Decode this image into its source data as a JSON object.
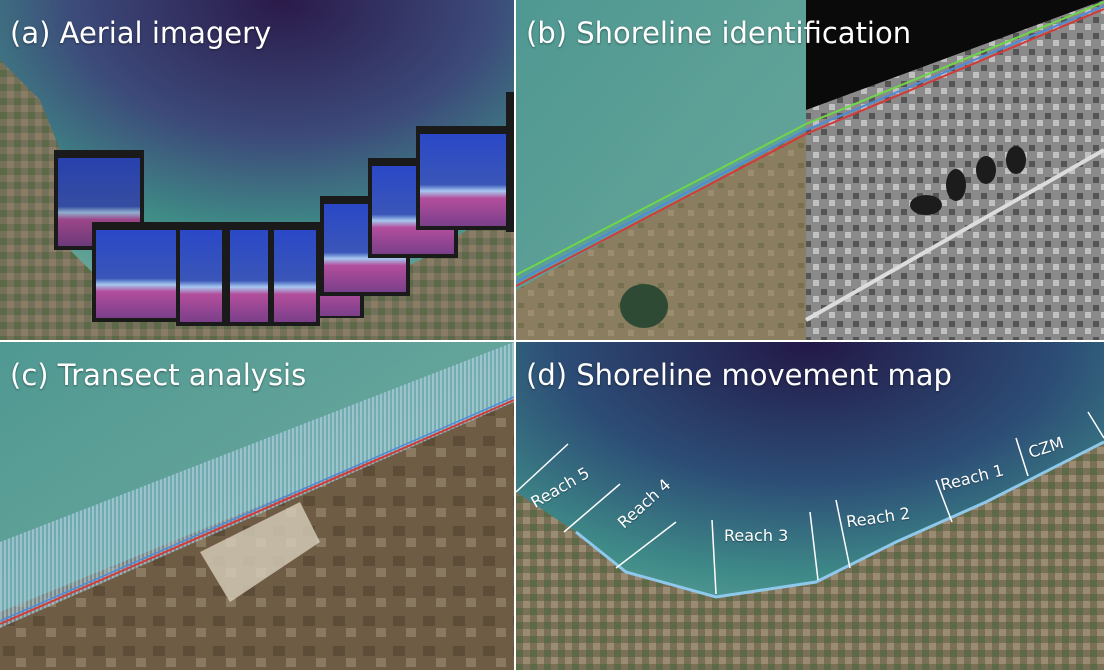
{
  "panels": {
    "a": {
      "title": "(a) Aerial imagery"
    },
    "b": {
      "title": "(b) Shoreline identification"
    },
    "c": {
      "title": "(c) Transect analysis"
    },
    "d": {
      "title": "(d) Shoreline movement map",
      "reaches": [
        "Reach 5",
        "Reach 4",
        "Reach 3",
        "Reach 2",
        "Reach 1",
        "CZM"
      ]
    }
  },
  "colors": {
    "lake_light": "#5f9f98",
    "lake_deep": "#2b1c4b",
    "land": "#7a7058",
    "shoreline_green": "#6fd64a",
    "shoreline_red": "#d23b3b",
    "shoreline_blue": "#4f8bd6"
  }
}
